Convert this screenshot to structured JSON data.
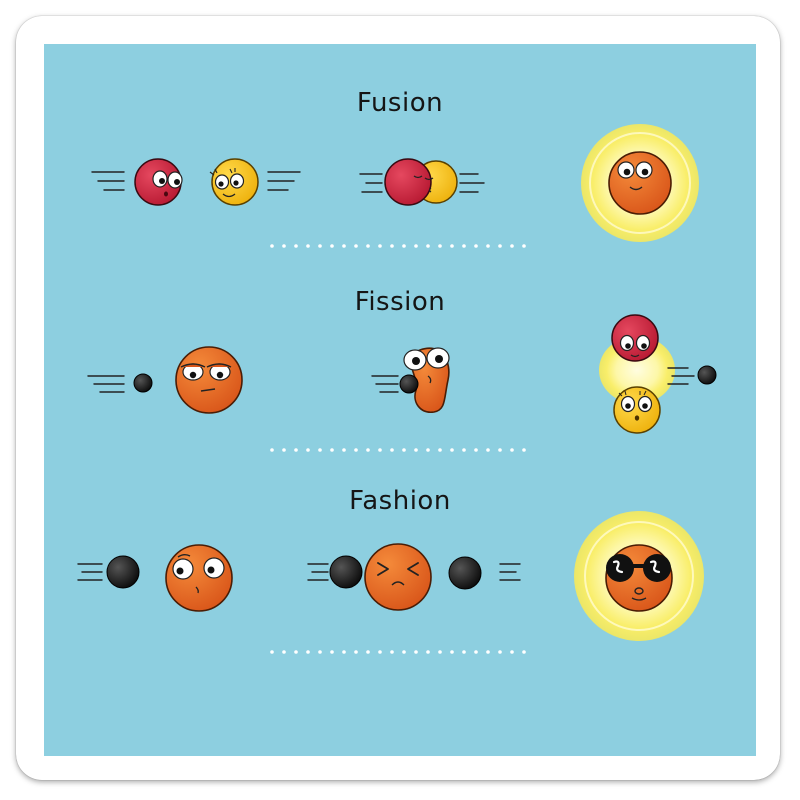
{
  "sections": [
    {
      "title": "Fusion"
    },
    {
      "title": "Fission"
    },
    {
      "title": "Fashion"
    }
  ],
  "colors": {
    "background": "#8dcfe0",
    "red_particle": "#c8233f",
    "yellow_particle": "#f5c21b",
    "orange_nucleus": "#e9681f",
    "neutron": "#1a1a1a",
    "glow": "#fdf7a8"
  },
  "icons": [
    "red-particle-icon",
    "yellow-particle-icon",
    "orange-nucleus-icon",
    "neutron-icon",
    "glow-icon",
    "sunglasses-icon",
    "motion-lines-icon"
  ]
}
